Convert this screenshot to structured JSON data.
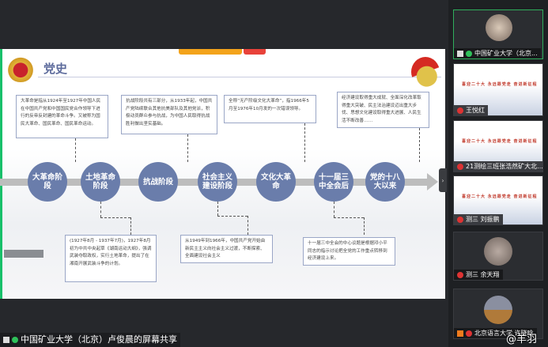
{
  "slide": {
    "title": "党史",
    "tag_colors": [
      "#f3a31b",
      "#e8423a"
    ],
    "top_notes": [
      "大革命是指从1924年至1927年中国人民在中国共产党和中国国民党合作领导下进行的反帝反封建的革命斗争。又被称为国民大革命、国民革命、国民革命运动。",
      "抗战阶段共有三部分，从1933年起，中国共产党陆续联合其他抗美部队及其他党派，积极动员群众参与抗战，为中国人民取得抗战胜利做出坚实基础。",
      "全称“无产阶级文化大革命”，指1966年5月至1976年10月发的一次错误领导。",
      "经济建设取得重大成就、全面深化改革取得重大突破、民主法治建设迈出重大步伐、思想文化建设取得重大进展、人民生活不断改善……"
    ],
    "stages": [
      "大革命阶段",
      "土地革命阶段",
      "抗战阶段",
      "社会主义建设阶段",
      "文化大革命",
      "十一届三中全会后",
      "党的十八大以来"
    ],
    "bottom_notes": [
      "(1927年8月 - 1937年7月)，1927年8月初为中共中央起草《湖南运动大纲》，强调武装夺取政权，实行土地革命，提出了在湘南开展武装斗争的计划。",
      "从1949年到1966年，中国共产党开始由新民主主义向社会主义过渡，不断探索、全面建设社会主义",
      "十一届三中全会的中心议题是根据邓小平同志的指示讨论把全党的工作重点转移到经济建设上来。"
    ],
    "accent_color": "#6a7dab"
  },
  "share_label": "中国矿业大学（北京）卢俊晨的屏幕共享",
  "participants": [
    {
      "name": "中国矿业大学（北京..."
    },
    {
      "name": "王悦红"
    },
    {
      "name": "21测绘三班张浩然矿大北..."
    },
    {
      "name": "测三 刘振鹏"
    },
    {
      "name": "测三 余天翔"
    },
    {
      "name": "北京语言大学 许晓晗"
    }
  ],
  "watermark": "@羊羽"
}
